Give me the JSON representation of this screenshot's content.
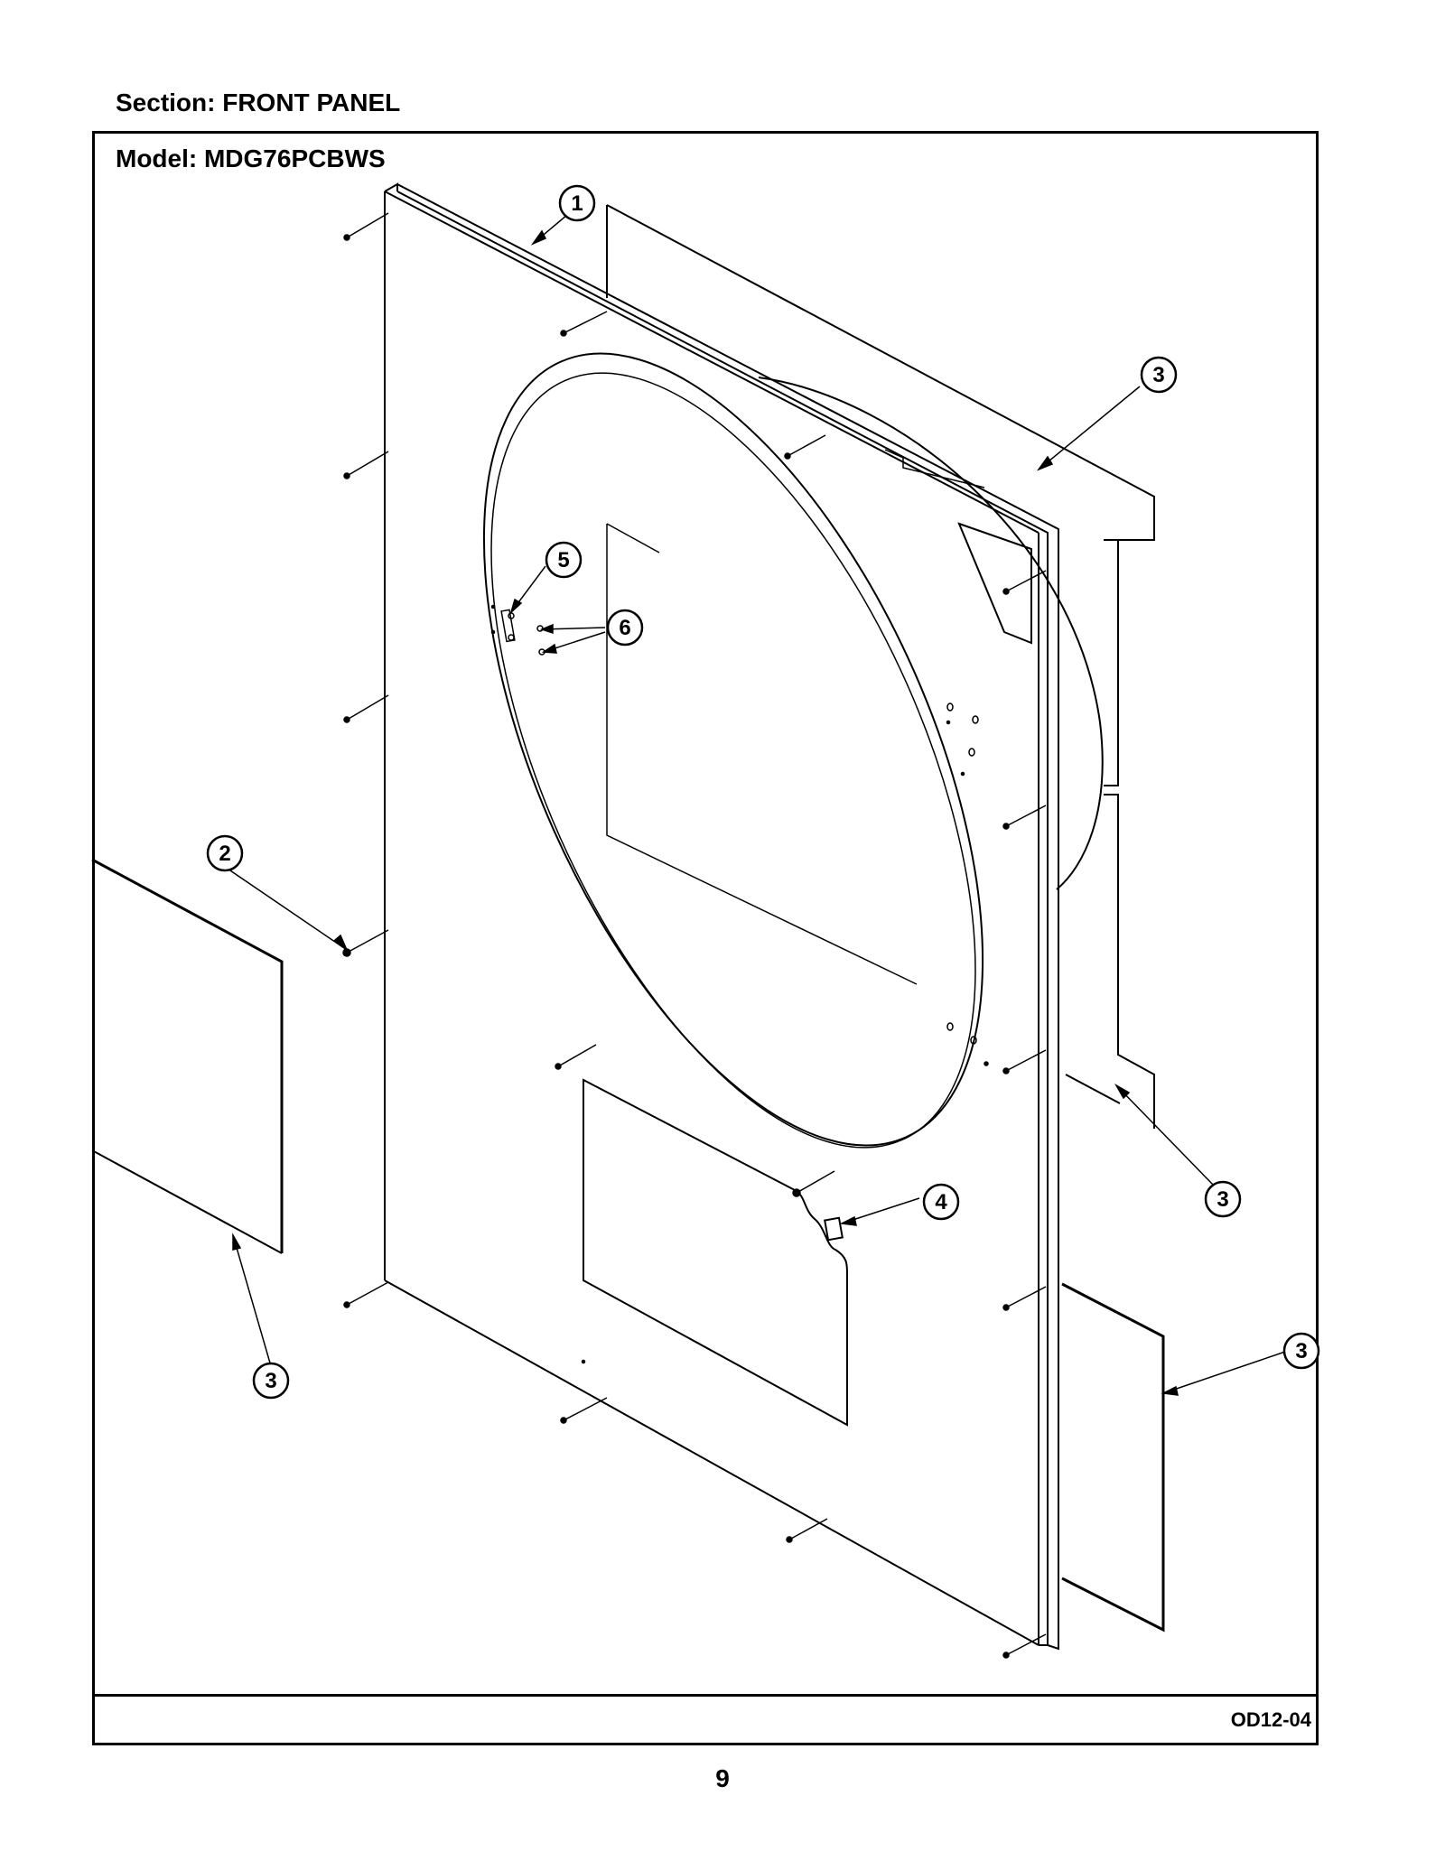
{
  "header": {
    "section_label": "Section:  FRONT PANEL",
    "model_label": "Model:  MDG76PCBWS"
  },
  "footer": {
    "drawing_code": "OD12-04",
    "page_number": "9"
  },
  "callouts": [
    "1",
    "2",
    "3",
    "3",
    "3",
    "3",
    "4",
    "5",
    "6"
  ],
  "colors": {
    "line": "#000000",
    "background": "#ffffff"
  }
}
